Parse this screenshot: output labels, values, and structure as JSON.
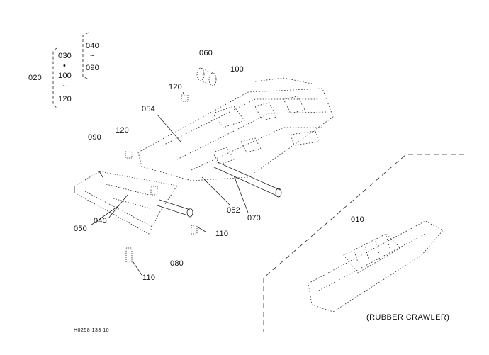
{
  "callouts": {
    "c020": "020",
    "c030": "030",
    "c100a": "100",
    "c120a": "120",
    "c040a": "040",
    "c090a": "090",
    "c060": "060",
    "c100b": "100",
    "c120b": "120",
    "c054": "054",
    "c090b": "090",
    "c120c": "120",
    "c052": "052",
    "c070": "070",
    "c050": "050",
    "c040b": "040",
    "c110a": "110",
    "c080": "080",
    "c110b": "110",
    "c010": "010"
  },
  "range_symbols": {
    "dot": "•",
    "tilde_a": "~",
    "tilde_b": "~"
  },
  "note": "(RUBBER CRAWLER)",
  "drawing_code": "H0258 133 10",
  "colors": {
    "ink": "#111111",
    "paper": "#ffffff"
  }
}
